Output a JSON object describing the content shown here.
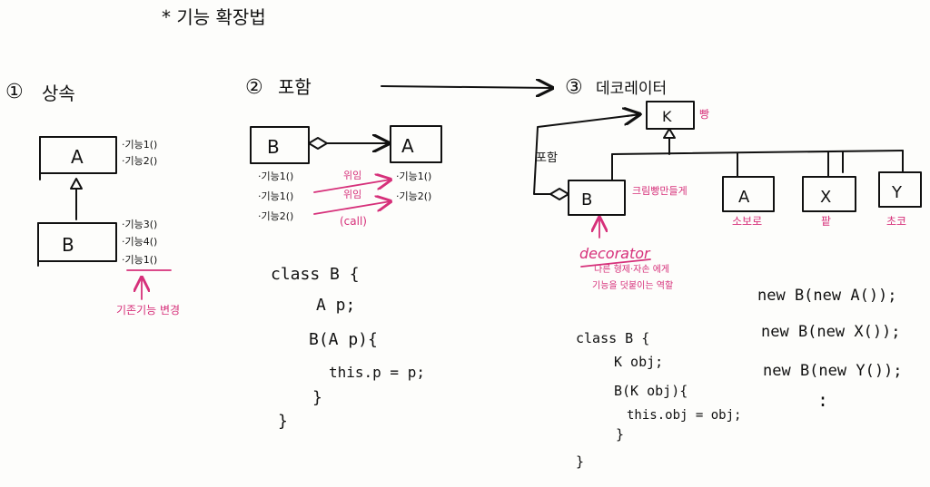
{
  "title": "* 기능 확장법",
  "section1": {
    "number": "①",
    "heading": "상속",
    "class_a": "A",
    "class_b": "B",
    "a_methods": [
      "·기능1()",
      "·기능2()"
    ],
    "b_methods": [
      "·기능3()",
      "·기능4()",
      "·기능1()"
    ],
    "note": "기존기능 변경"
  },
  "section2": {
    "number": "②",
    "heading": "포함",
    "class_b": "B",
    "class_a": "A",
    "b_methods": [
      "·기능1()",
      "·기능1()",
      "·기능2()"
    ],
    "a_methods": [
      "·기능1()",
      "·기능2()"
    ],
    "delegate1": "위임",
    "delegate2": "위임",
    "call": "(call)",
    "code": [
      "class B {",
      "A p;",
      "B(A p){",
      "this.p = p;",
      "}",
      "}"
    ]
  },
  "section3": {
    "number": "③",
    "heading": "데코레이터",
    "k": "K",
    "k_label": "빵",
    "contain_label": "포함",
    "b": "B",
    "b_label": "크림빵만들게",
    "a": "A",
    "a_label": "소보로",
    "x": "X",
    "x_label": "팥",
    "y": "Y",
    "y_label": "초코",
    "decorator": "decorator",
    "decorator_note1": "다른 형제·자손 에게",
    "decorator_note2": "기능을 덧붙이는 역할",
    "code": [
      "class B {",
      "K obj;",
      "B(K obj){",
      "this.obj = obj;",
      "}",
      "}"
    ],
    "usage": [
      "new B(new A());",
      "new B(new X());",
      "new B(new Y());",
      ":"
    ]
  }
}
